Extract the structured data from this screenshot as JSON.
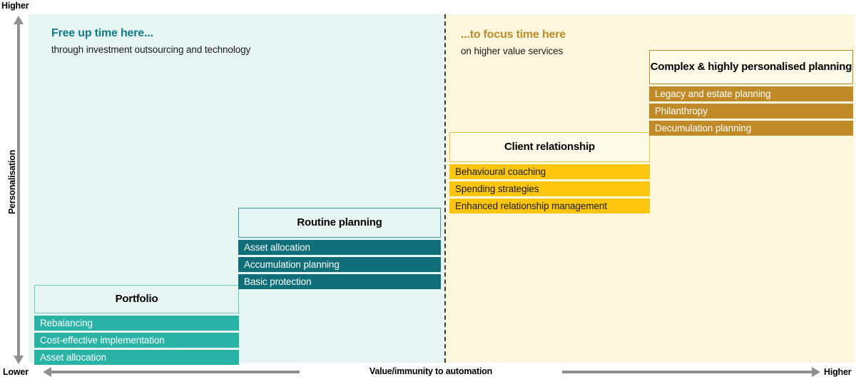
{
  "axes": {
    "y": {
      "title": "Personalisation",
      "top_label": "Higher",
      "bottom_label": "Lower",
      "arrow": "double-headed-vertical-arrow"
    },
    "x": {
      "title": "Value/immunity to automation",
      "left_label": "Lower",
      "right_label": "Higher",
      "arrow": "double-headed-horizontal-arrow"
    }
  },
  "panels": {
    "left": {
      "heading": "Free up time here...",
      "subheading": "through investment outsourcing and technology",
      "background": "#e6f4f2",
      "heading_color": "#107a86"
    },
    "right": {
      "heading": "...to focus time here",
      "subheading": "on higher value services",
      "background": "#fdf7dd",
      "heading_color": "#c08a28"
    }
  },
  "groups": [
    {
      "id": "portfolio",
      "title": "Portfolio",
      "side": "left",
      "bar_color": "#29b3a6",
      "text_color": "#ffffff",
      "items": [
        "Rebalancing",
        "Cost-effective implementation",
        "Asset allocation"
      ]
    },
    {
      "id": "routine",
      "title": "Routine planning",
      "side": "left",
      "bar_color": "#0f6e78",
      "text_color": "#ffffff",
      "items": [
        "Asset allocation",
        "Accumulation planning",
        "Basic protection"
      ]
    },
    {
      "id": "client",
      "title": "Client relationship",
      "side": "right",
      "bar_color": "#ffc610",
      "text_color": "#1a1a1a",
      "items": [
        "Behavioural coaching",
        "Spending strategies",
        "Enhanced relationship management"
      ]
    },
    {
      "id": "complex",
      "title": "Complex & highly personalised planning",
      "side": "right",
      "bar_color": "#c08a28",
      "text_color": "#ffffff",
      "items": [
        "Legacy and estate planning",
        "Philanthropy",
        "Decumulation planning"
      ]
    }
  ],
  "chart_data": {
    "type": "scatter",
    "title": "",
    "xlabel": "Value/immunity to automation",
    "ylabel": "Personalisation",
    "xlim": [
      "Lower",
      "Higher"
    ],
    "ylim": [
      "Lower",
      "Higher"
    ],
    "grid": false,
    "legend": "none",
    "annotations": [
      "Free up time here... through investment outsourcing and technology",
      "...to focus time here on higher value services"
    ],
    "categories": [
      "Portfolio",
      "Routine planning",
      "Client relationship",
      "Complex & highly personalised planning"
    ],
    "series": [
      {
        "name": "Value/immunity to automation (x, relative 0-100)",
        "values": [
          12,
          40,
          55,
          85
        ]
      },
      {
        "name": "Personalisation (y, relative 0-100)",
        "values": [
          12,
          40,
          62,
          88
        ]
      }
    ]
  }
}
